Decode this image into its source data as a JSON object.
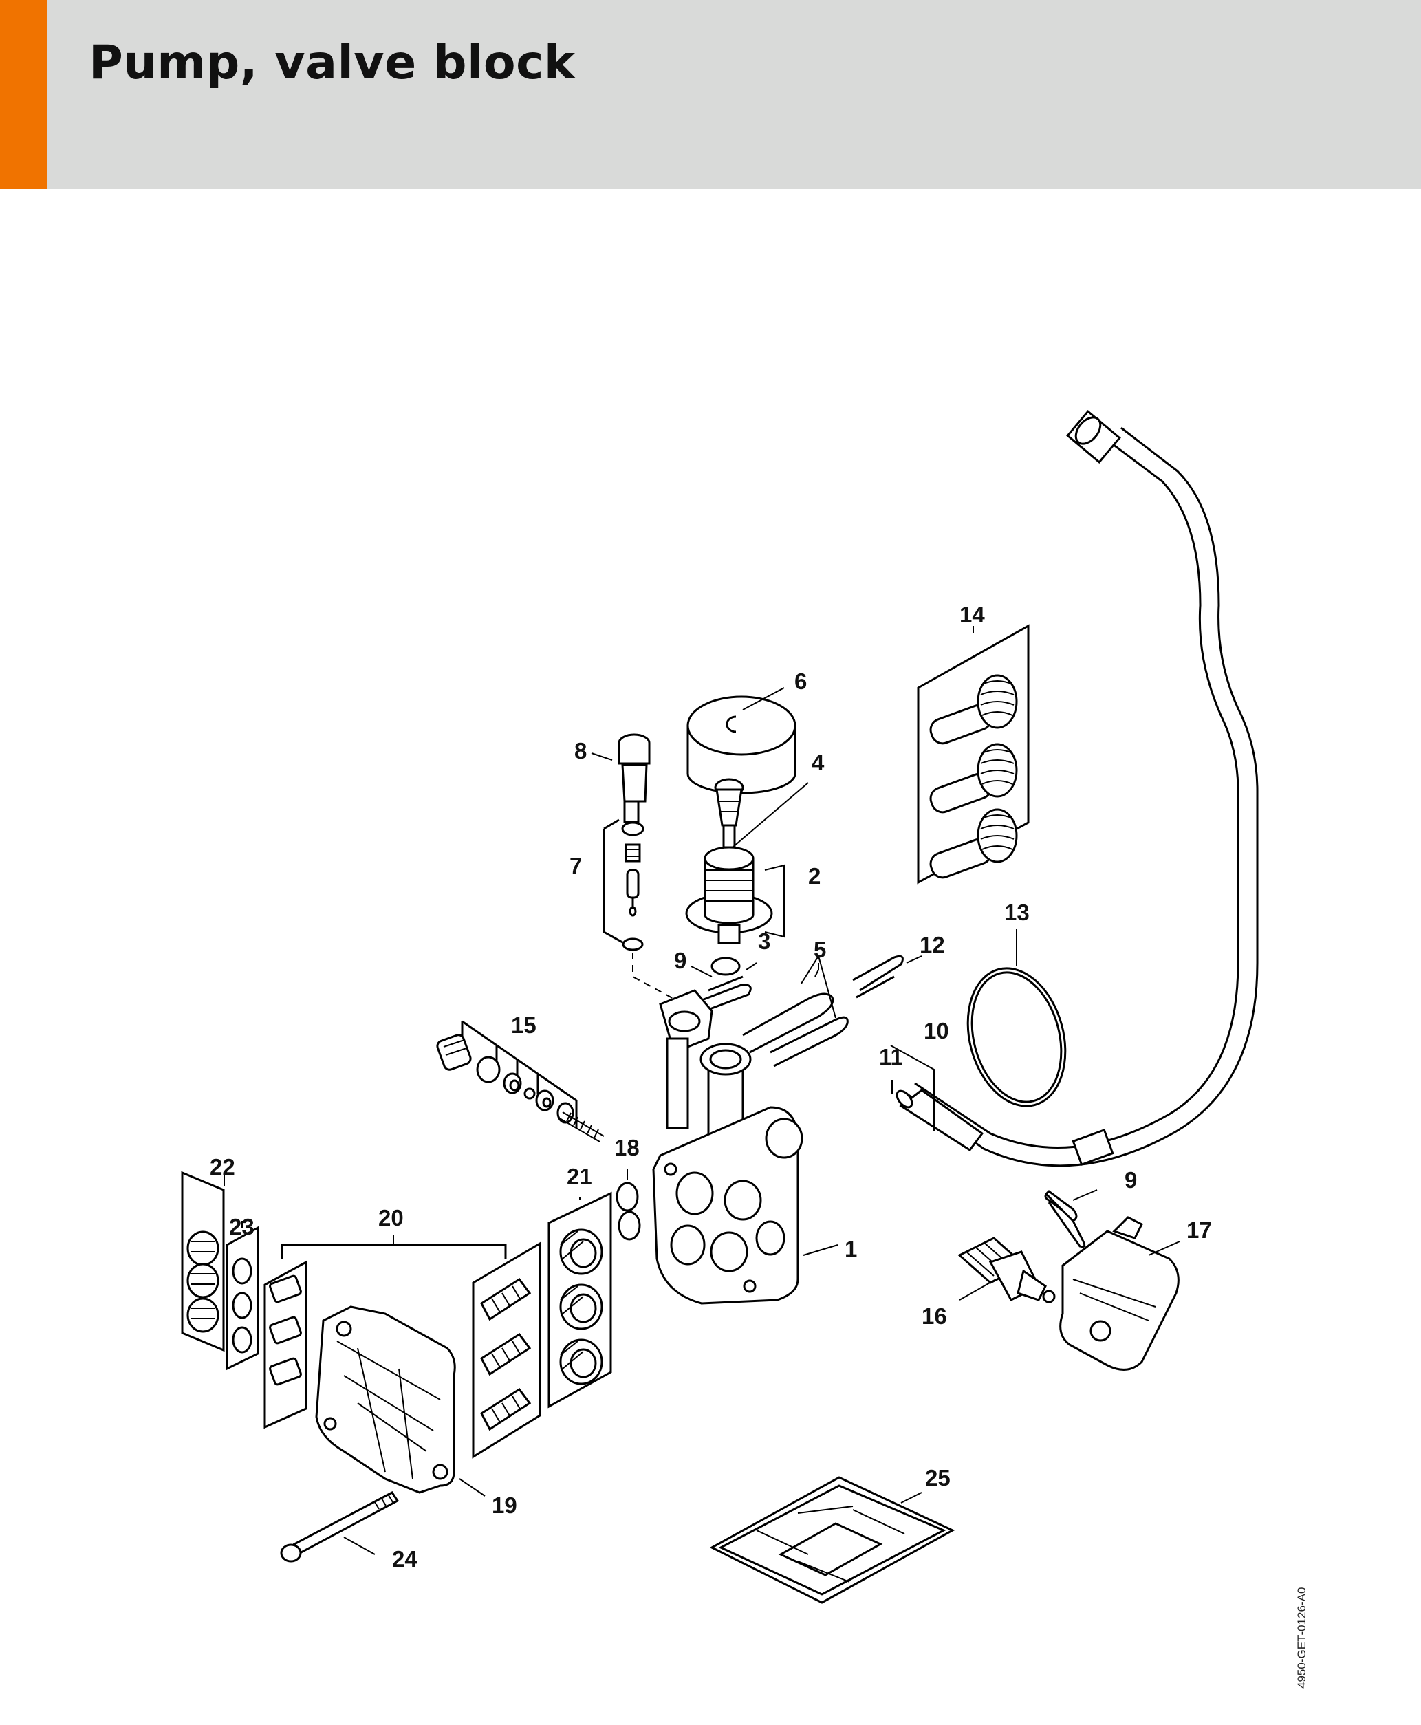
{
  "header": {
    "title": "Pump, valve block",
    "accent_color": "#f07300",
    "background_color": "#d9dad9"
  },
  "diagram": {
    "labels": {
      "p1": "1",
      "p2": "2",
      "p3": "3",
      "p4": "4",
      "p5": "5",
      "p6": "6",
      "p7": "7",
      "p8": "8",
      "p9a": "9",
      "p9b": "9",
      "p10": "10",
      "p11": "11",
      "p12": "12",
      "p13": "13",
      "p14": "14",
      "p15": "15",
      "p16": "16",
      "p17": "17",
      "p18": "18",
      "p19": "19",
      "p20": "20",
      "p21": "21",
      "p22": "22",
      "p23": "23",
      "p24": "24",
      "p25": "25"
    },
    "drawing_code": "4950-GET-0126-A0"
  }
}
